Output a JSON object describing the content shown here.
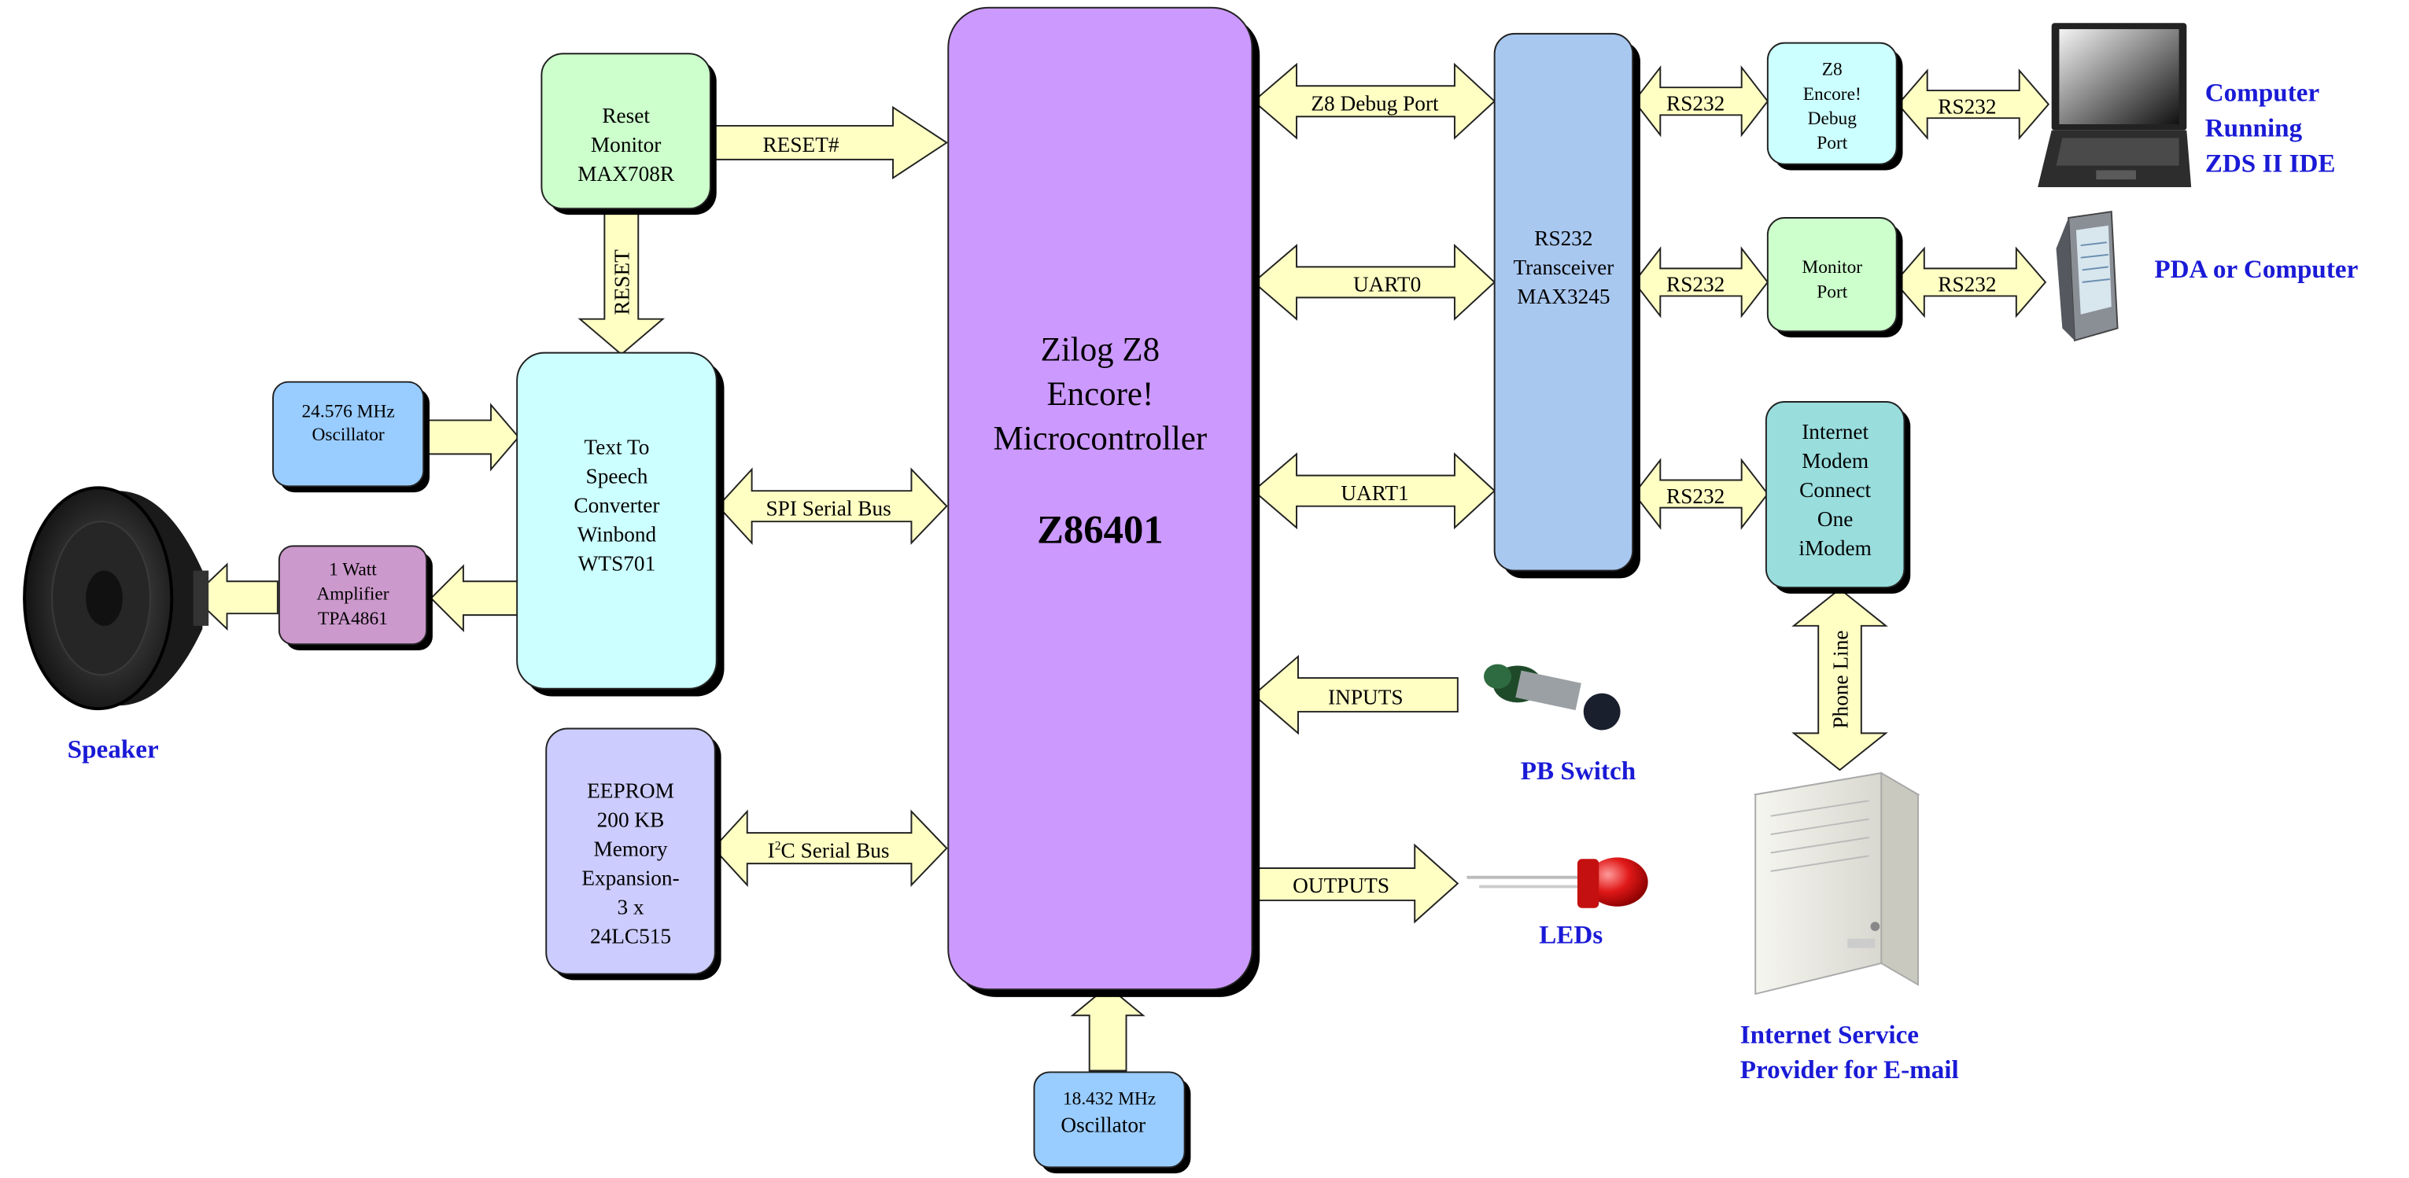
{
  "colors": {
    "arrow_fill": "#ffffc4",
    "arrow_stroke": "#222222",
    "mcu": "#cc99ff",
    "green": "#ccffcc",
    "cyan": "#ccffff",
    "blue": "#99ccff",
    "rs232_block": "#a9c8f0",
    "purple": "#cc99cc",
    "lavender": "#ccccff",
    "teal": "#99dddd",
    "external_label": "#1a1ad6"
  },
  "blocks": {
    "mcu": {
      "lines": [
        "Zilog Z8",
        "Encore!",
        "Microcontroller"
      ],
      "part": "Z86401"
    },
    "reset_monitor": {
      "lines": [
        "Reset",
        "Monitor",
        "MAX708R"
      ]
    },
    "osc_24": {
      "lines": [
        "24.576 MHz",
        "Oscillator"
      ]
    },
    "tts": {
      "lines": [
        "Text To",
        "Speech",
        "Converter",
        "Winbond",
        "WTS701"
      ]
    },
    "amplifier": {
      "lines": [
        "1 Watt",
        "Amplifier",
        "TPA4861"
      ]
    },
    "eeprom": {
      "lines": [
        "EEPROM",
        "200 KB",
        "Memory",
        "Expansion-",
        "3 x",
        "24LC515"
      ]
    },
    "osc_18": {
      "lines": [
        "18.432 MHz",
        "Oscillator"
      ]
    },
    "rs232_transceiver": {
      "lines": [
        "RS232",
        "Transceiver",
        "MAX3245"
      ]
    },
    "debug_port": {
      "lines": [
        "Z8",
        "Encore!",
        "Debug",
        "Port"
      ]
    },
    "monitor_port": {
      "lines": [
        "Monitor",
        "Port"
      ]
    },
    "imodem": {
      "lines": [
        "Internet",
        "Modem",
        "Connect",
        "One",
        "iModem"
      ]
    }
  },
  "arrows": {
    "reset_bus": "RESET#",
    "reset_down": "RESET",
    "spi": "SPI Serial Bus",
    "i2c": {
      "main": "I",
      "sup": "2",
      "rest": "C Serial Bus"
    },
    "z8_debug": "Z8 Debug Port",
    "uart0": "UART0",
    "uart1": "UART1",
    "inputs": "INPUTS",
    "outputs": "OUTPUTS",
    "rs232_a": "RS232",
    "rs232_b": "RS232",
    "rs232_c": "RS232",
    "rs232_d": "RS232",
    "rs232_e": "RS232",
    "phone_line": "Phone Line"
  },
  "externals": {
    "computer": [
      "Computer",
      "Running",
      "ZDS II IDE"
    ],
    "pda": "PDA or Computer",
    "speaker": "Speaker",
    "pb_switch": "PB Switch",
    "leds": "LEDs",
    "isp": [
      "Internet Service",
      "Provider for E-mail"
    ]
  }
}
